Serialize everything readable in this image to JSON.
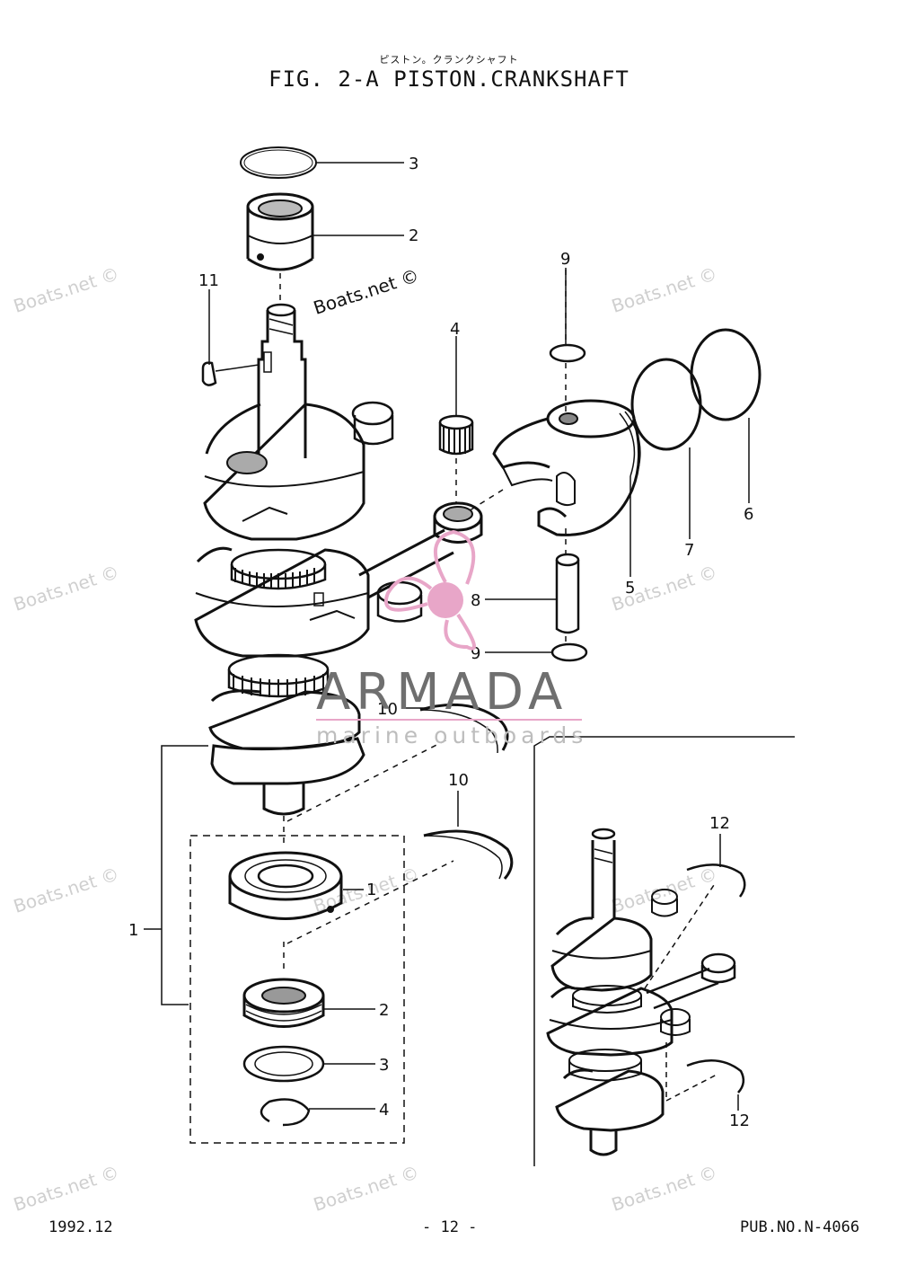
{
  "header": {
    "japanese_caption": "ピストン。クランクシャフト",
    "title": "FIG.  2-A PISTON.CRANKSHAFT"
  },
  "watermark": {
    "text": "Boats.net ©",
    "color": "#cfcfcf"
  },
  "logo": {
    "name": "ARMADA",
    "tagline": "marine outboards",
    "accent_color": "#e8a6c8"
  },
  "callouts": {
    "c1_group": "1",
    "c1_bearing": "1",
    "c2_bearing": "2",
    "c2_seal": "2",
    "c3_ring": "3",
    "c3_shim": "3",
    "c4_needle": "4",
    "c4_clip": "4",
    "c5": "5",
    "c6": "6",
    "c7": "7",
    "c8": "8",
    "c9_top": "9",
    "c9_bottom": "9",
    "c10_top": "10",
    "c10_bottom": "10",
    "c11": "11",
    "c12_top": "12",
    "c12_bottom": "12"
  },
  "footer": {
    "date": "1992.12",
    "page": "- 12 -",
    "publication": "PUB.NO.N-4066"
  }
}
